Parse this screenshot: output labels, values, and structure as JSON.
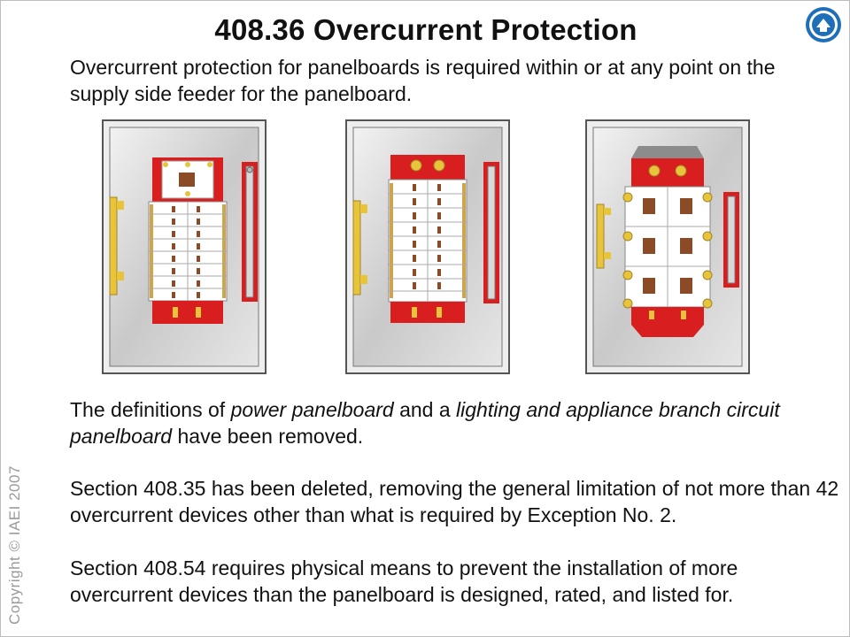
{
  "slide": {
    "title": "408.36 Overcurrent Protection",
    "logo_icon": "iaei-seal-icon",
    "intro": "Overcurrent protection for panelboards is required within or at any point on the supply side feeder for the panelboard.",
    "def_text_1": "The definitions of ",
    "def_em_1": "power panelboard",
    "def_text_2": " and a ",
    "def_em_2": "lighting and appliance branch circuit panelboard",
    "def_text_3": " have been removed.",
    "section_1": "Section 408.35 has been deleted, removing the general limitation of not more than 42 overcurrent devices other than what is required by Exception No. 2.",
    "section_2": "Section 408.54 requires physical means to prevent the installation of more overcurrent devices than the panelboard is designed, rated, and listed for.",
    "copyright": "Copyright © IAEI 2007"
  },
  "illustrations": [
    {
      "name": "panelboard-main-breaker-icon"
    },
    {
      "name": "panelboard-main-lugs-icon"
    },
    {
      "name": "panelboard-large-breakers-icon"
    }
  ],
  "colors": {
    "enclosure": "#d9d9d9",
    "busbar_red": "#d81e1e",
    "breaker_brown": "#8a4b26",
    "terminal_yellow": "#e8c43a"
  }
}
